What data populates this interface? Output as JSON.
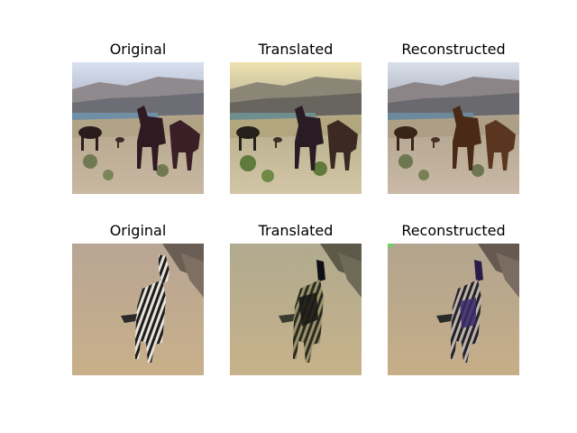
{
  "panels": [
    {
      "title": "Original"
    },
    {
      "title": "Translated"
    },
    {
      "title": "Reconstructed"
    },
    {
      "title": "Original"
    },
    {
      "title": "Translated"
    },
    {
      "title": "Reconstructed"
    }
  ]
}
